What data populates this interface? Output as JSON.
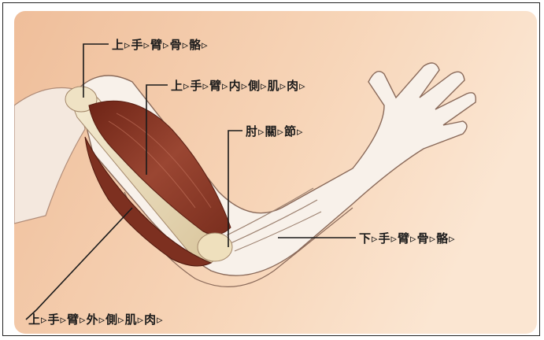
{
  "labels": {
    "humerus": "上▹手▹臂▹骨▹骼▹",
    "biceps": "上▹手▹臂▹内▹側▹肌▹肉▹",
    "elbow_joint": "肘▹關▹節▹",
    "forearm_bones": "下▹手▹臂▹骨▹骼▹",
    "triceps": "上▹手▹臂▹外▹側▹肌▹肉▹"
  },
  "colors": {
    "background_left": "#f2c3a0",
    "background_right": "#fbe4cf",
    "muscle": "#8c3a2a",
    "bone": "#ede0bf",
    "skin_outline": "#8a6a5a"
  }
}
